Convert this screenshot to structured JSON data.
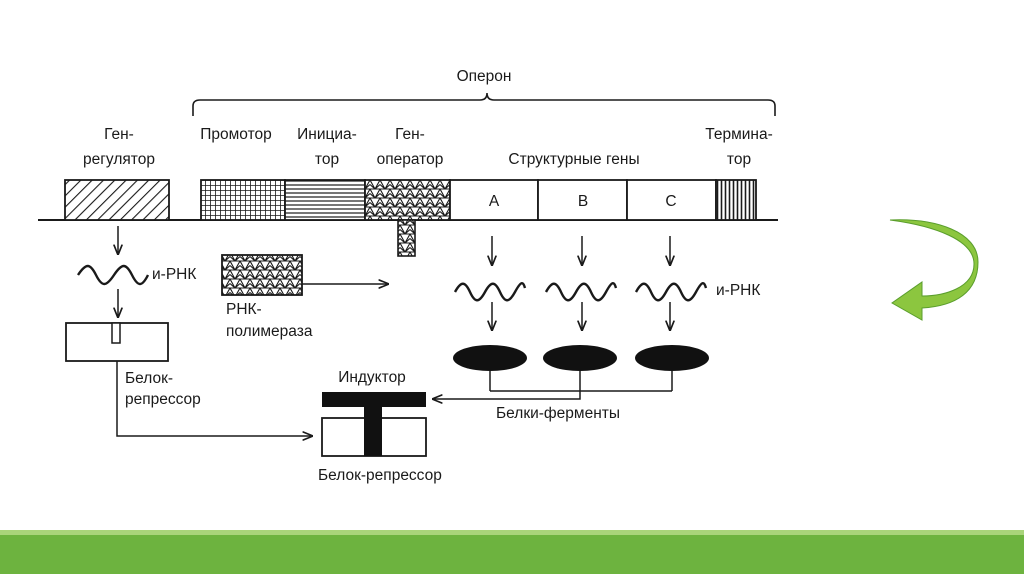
{
  "diagram": {
    "operon_label": "Оперон",
    "gene_regulator": [
      "Ген-",
      "регулятор"
    ],
    "promoter": "Промотор",
    "initiator": [
      "Инициа-",
      "тор"
    ],
    "gene_operator": [
      "Ген-",
      "оператор"
    ],
    "structural_genes": "Структурные гены",
    "terminator": [
      "Термина-",
      "тор"
    ],
    "gene_letters": [
      "A",
      "B",
      "C"
    ],
    "mrna_left": "и-РНК",
    "mrna_right": "и-РНК",
    "rna_polymerase": [
      "РНК-",
      "полимераза"
    ],
    "repressor_protein": [
      "Белок-",
      "репрессор"
    ],
    "inducer": "Индуктор",
    "enzyme_proteins": "Белки-ферменты",
    "repressor_protein_bound": "Белок-репрессор"
  },
  "colors": {
    "line": "#1a1a1a",
    "cycle_arrow": "#8cc63f",
    "cycle_arrow_dark": "#5a9e2c",
    "footer_band": "#6db33f",
    "footer_band_light": "#a9d47a"
  },
  "icons": {
    "cycle_arrow": "curved-return-arrow-icon"
  }
}
